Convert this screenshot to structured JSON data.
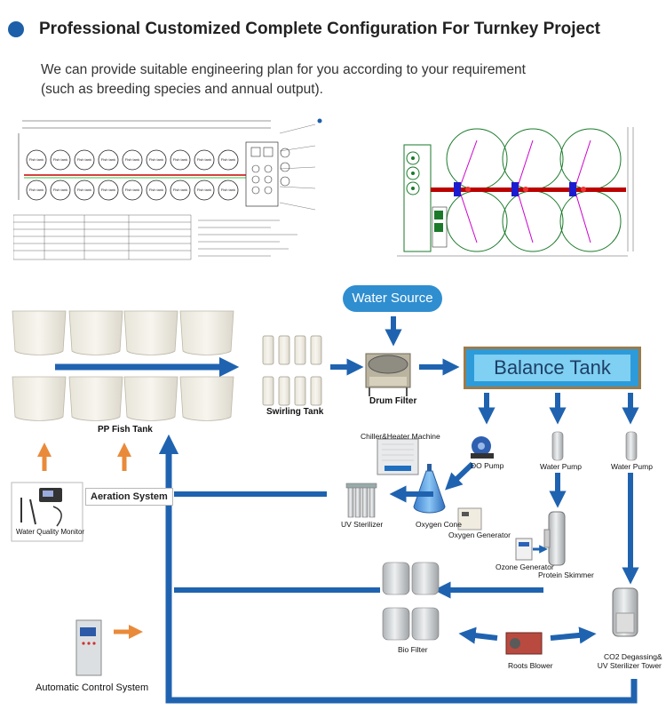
{
  "header": {
    "title": "Professional Customized Complete Configuration For Turnkey Project",
    "intro_line1": "We can provide suitable engineering plan for you according to your requirement",
    "intro_line2": "(such as breeding species and annual output)."
  },
  "drawing_left": {
    "tank_label": "Fish tank"
  },
  "flow": {
    "water_source": "Water Source",
    "balance_tank": "Balance Tank",
    "drum_filter": "Drum Filter",
    "swirling_tank": "Swirling Tank",
    "pp_fish_tank": "PP Fish Tank",
    "aeration_system": "Aeration System",
    "water_quality_monitor": "Water Quality Monitor",
    "automatic_control_system": "Automatic Control  System",
    "chiller_heater": "Chiller&Heater Machine",
    "do_pump": "DO Pump",
    "water_pump_1": "Water Pump",
    "water_pump_2": "Water Pump",
    "uv_sterilizer": "UV Sterilizer",
    "oxygen_cone": "Oxygen Cone",
    "oxygen_generator": "Oxygen Generator",
    "ozone_generator": "Ozone Generator",
    "protein_skimmer": "Protein Skimmer",
    "bio_filter": "Bio Filter",
    "roots_blower": "Roots Blower",
    "co2_line1": "CO2 Degassing&",
    "co2_line2": "UV Sterilizer Tower"
  },
  "colors": {
    "arrow_blue": "#1f63b0",
    "arrow_orange": "#e98a3a",
    "water_source_bg": "#2f8ed0",
    "balance_bg": "#7fd0f3"
  }
}
